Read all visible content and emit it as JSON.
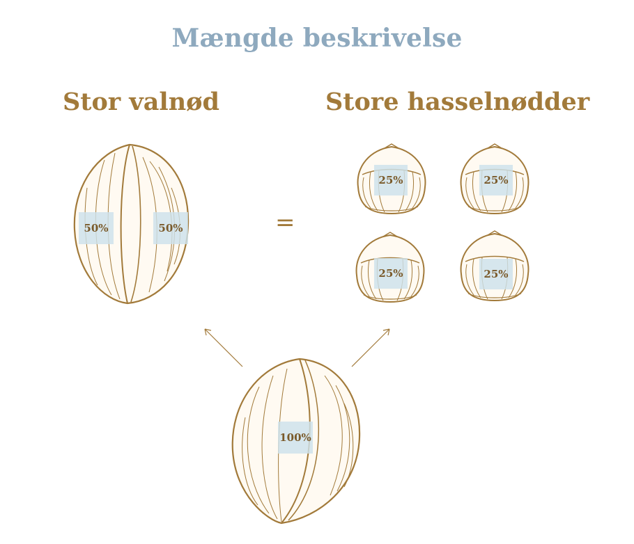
{
  "title": "Mængde beskrivelse",
  "left_heading": "Stor valnød",
  "right_heading": "Store hasselnødder",
  "equals_sign": "=",
  "walnut_halves": [
    "50%",
    "50%"
  ],
  "hazelnuts": [
    "25%",
    "25%",
    "25%",
    "25%"
  ],
  "whole_walnut": "100%",
  "colors": {
    "title": "#8ea9be",
    "ink": "#a27a3a",
    "label_bg": "#cde2ec"
  }
}
